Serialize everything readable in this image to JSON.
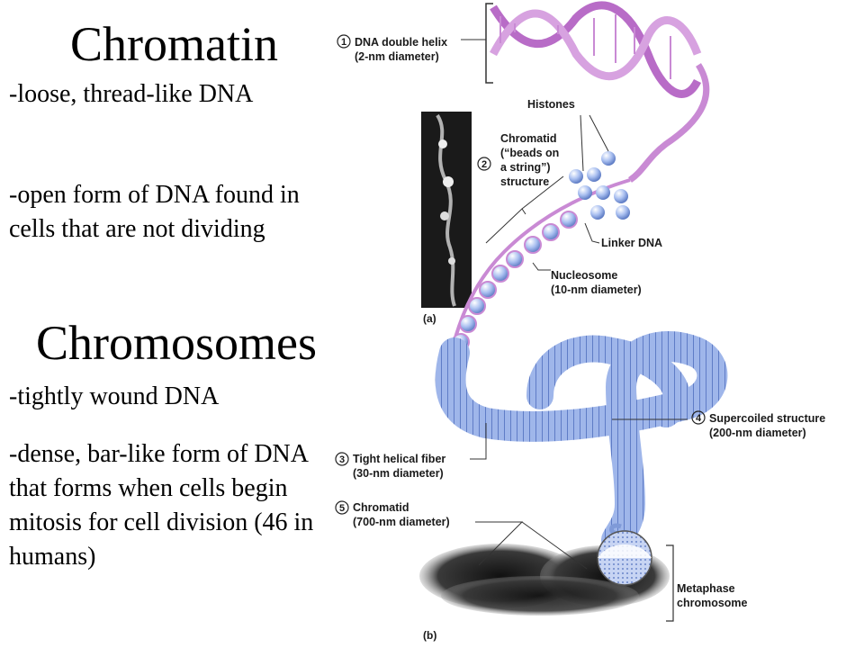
{
  "slide": {
    "chromatin": {
      "heading": "Chromatin",
      "points": [
        "-loose, thread-like DNA",
        "-open form of DNA found in cells that are not dividing"
      ]
    },
    "chromosomes": {
      "heading": "Chromosomes",
      "points": [
        "-tightly wound DNA",
        "-dense, bar-like form of DNA that forms when cells begin mitosis for cell division (46 in humans)"
      ]
    }
  },
  "diagram": {
    "labels": {
      "s1_num": "1",
      "s1_line1": "DNA double helix",
      "s1_line2": "(2-nm diameter)",
      "histones": "Histones",
      "s2_num": "2",
      "s2_line1": "Chromatid",
      "s2_line2": "(“beads on",
      "s2_line3": "a string”)",
      "s2_line4": "structure",
      "linker": "Linker DNA",
      "nucleosome_line1": "Nucleosome",
      "nucleosome_line2": "(10-nm diameter)",
      "panel_a": "(a)",
      "s4_num": "4",
      "s4_line1": "Supercoiled structure",
      "s4_line2": "(200-nm diameter)",
      "s3_num": "3",
      "s3_line1": "Tight helical fiber",
      "s3_line2": "(30-nm diameter)",
      "s5_num": "5",
      "s5_line1": "Chromatid",
      "s5_line2": "(700-nm diameter)",
      "metaphase_line1": "Metaphase",
      "metaphase_line2": "chromosome",
      "panel_b": "(b)"
    },
    "colors": {
      "dna_pink": "#c98ad4",
      "bead_blue": "#9fb6e8",
      "coil_blue": "#8ea8e0",
      "micrograph_dark": "#1a1a1a"
    }
  }
}
